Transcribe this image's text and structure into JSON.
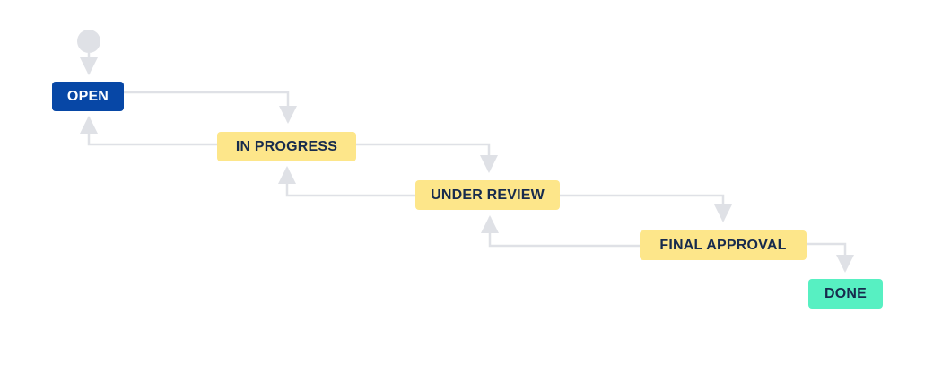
{
  "workflow": {
    "statuses": {
      "open": {
        "label": "OPEN",
        "color": "#0747a6",
        "text_color": "#ffffff"
      },
      "in_progress": {
        "label": "IN PROGRESS",
        "color": "#fde68a",
        "text_color": "#172b4d"
      },
      "under_review": {
        "label": "UNDER REVIEW",
        "color": "#fde68a",
        "text_color": "#172b4d"
      },
      "final_approval": {
        "label": "FINAL APPROVAL",
        "color": "#fde68a",
        "text_color": "#172b4d"
      },
      "done": {
        "label": "DONE",
        "color": "#57f0c2",
        "text_color": "#172b4d"
      }
    },
    "start_node_color": "#dfe1e6",
    "connector_color": "#dfe1e6"
  }
}
